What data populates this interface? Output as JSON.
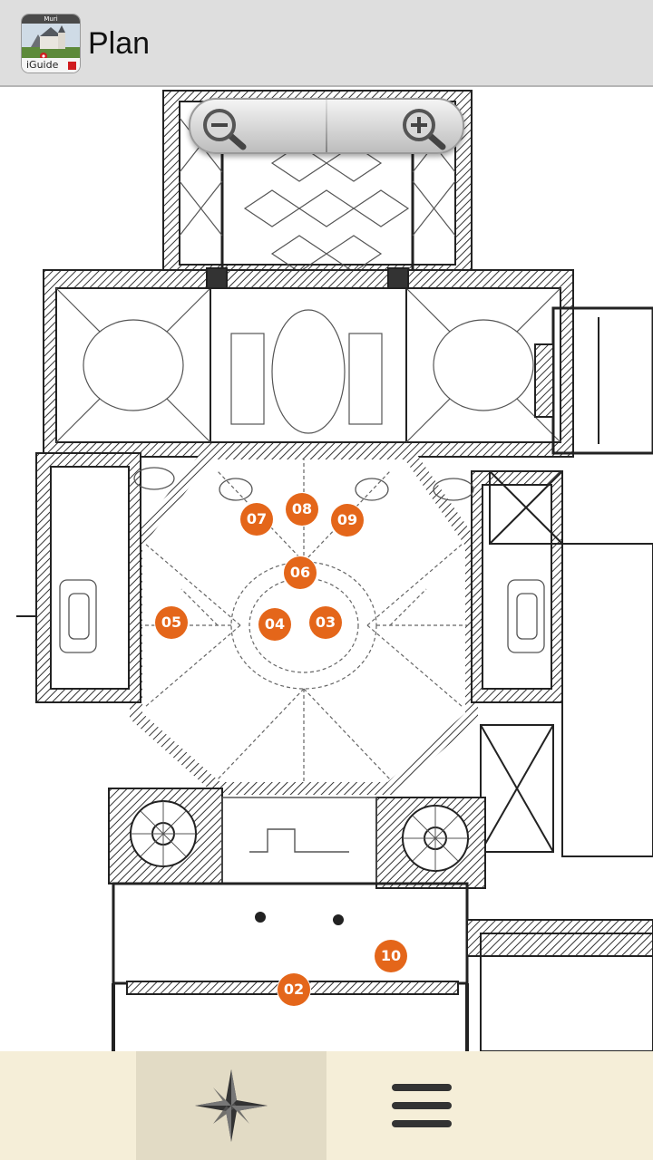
{
  "header": {
    "title": "Plan",
    "app_icon": {
      "name": "iguide-app-icon",
      "top_text": "Muri",
      "bottom_text": "iGuide"
    }
  },
  "zoom": {
    "zoom_out_icon": "magnifier-minus-icon",
    "zoom_in_icon": "magnifier-plus-icon"
  },
  "map": {
    "description_icon": "floor-plan-map",
    "markers": [
      {
        "id": "07",
        "label": "07"
      },
      {
        "id": "08",
        "label": "08"
      },
      {
        "id": "09",
        "label": "09"
      },
      {
        "id": "06",
        "label": "06"
      },
      {
        "id": "05",
        "label": "05"
      },
      {
        "id": "04",
        "label": "04"
      },
      {
        "id": "03",
        "label": "03"
      },
      {
        "id": "10",
        "label": "10"
      },
      {
        "id": "02",
        "label": "02"
      }
    ],
    "marker_color": "#e4661a"
  },
  "bottom_nav": {
    "tabs": [
      {
        "name": "compass-rose-icon",
        "active": true
      },
      {
        "name": "menu-icon",
        "active": false
      }
    ],
    "background": "#f5eed8",
    "active_background": "#e2dbc5"
  }
}
